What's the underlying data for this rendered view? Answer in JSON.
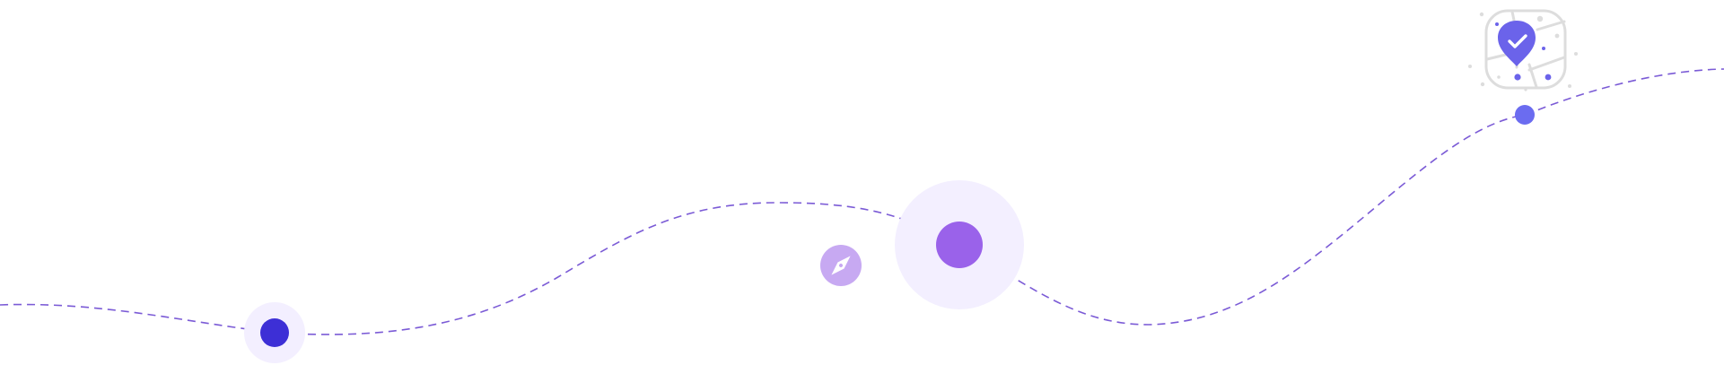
{
  "colors": {
    "path": "#7b5bd6",
    "halo": "#f3efff",
    "marker_start": "#3d2fd6",
    "marker_mid": "#9a62ea",
    "marker_end": "#6b6cf0",
    "compass_badge": "#c7a9f2",
    "compass_glyph": "#ffffff",
    "map_outline": "#dddddd",
    "map_pin": "#6b63ea",
    "pin_check": "#ffffff"
  },
  "icons": {
    "compass": "compass-icon",
    "map": "map-shield-icon",
    "check": "check-icon"
  },
  "markers": [
    {
      "name": "route-waypoint-start"
    },
    {
      "name": "route-waypoint-middle"
    },
    {
      "name": "route-waypoint-end"
    }
  ]
}
